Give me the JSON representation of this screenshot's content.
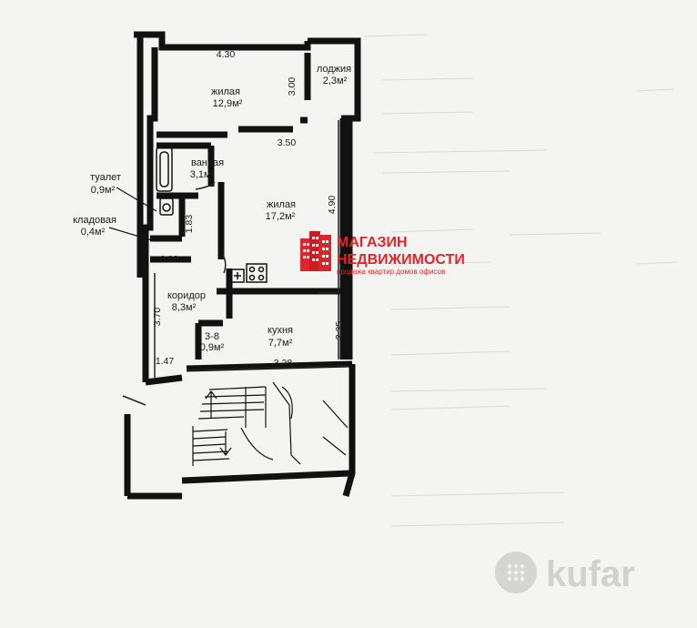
{
  "plan": {
    "dimensions": {
      "top_width": "4.30",
      "loggia_depth": "3.00",
      "room1_bottom": "3.50",
      "room2_height": "4.90",
      "closet_height": "1.83",
      "closet_width": "0.98",
      "corridor_height": "3.70",
      "entry_width": "1.47",
      "kitchen_width": "3.28",
      "kitchen_height": "2.35"
    },
    "rooms": [
      {
        "name": "жилая",
        "area": "12,9м²"
      },
      {
        "name": "лоджия",
        "area": "2,3м²"
      },
      {
        "name": "ванная",
        "area": "3,1м²"
      },
      {
        "name": "туалет",
        "area": "0,9м²"
      },
      {
        "name": "жилая",
        "area": "17,2м²"
      },
      {
        "name": "кладовая",
        "area": "0,4м²"
      },
      {
        "name": "коридор",
        "area": "8,3м²"
      },
      {
        "name": "3-8",
        "area": "0,9м²"
      },
      {
        "name": "кухня",
        "area": "7,7м²"
      }
    ]
  },
  "agency_logo": {
    "line1": "МАГАЗИН",
    "line2": "НЕДВИЖИМОСТИ",
    "tagline": "продажа квартир домов офисов",
    "color": "#e0242c"
  },
  "kufar_watermark": {
    "text": "kufar"
  }
}
